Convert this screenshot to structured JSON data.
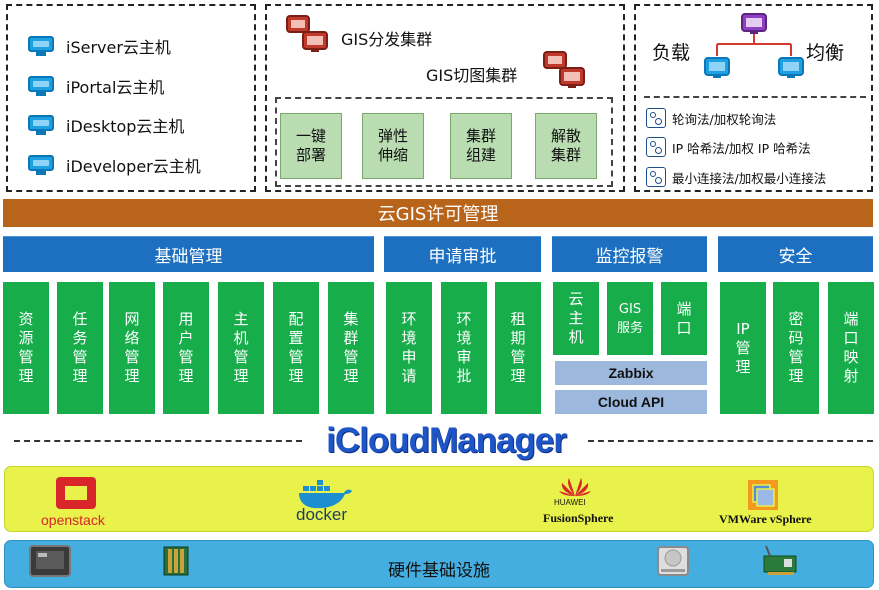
{
  "cloud_hosts": [
    {
      "label": "iServer云主机",
      "icon": "monitor-icon"
    },
    {
      "label": "iPortal云主机",
      "icon": "monitor-icon"
    },
    {
      "label": "iDesktop云主机",
      "icon": "monitor-icon"
    },
    {
      "label": "iDeveloper云主机",
      "icon": "monitor-icon"
    }
  ],
  "cluster": {
    "dist_label": "GIS分发集群",
    "tile_label": "GIS切图集群",
    "actions": [
      "一键\n部署",
      "弹性\n伸缩",
      "集群\n组建",
      "解散\n集群"
    ]
  },
  "load_balance": {
    "left_label": "负载",
    "right_label": "均衡",
    "methods": [
      "轮询法/加权轮询法",
      "IP 哈希法/加权 IP 哈希法",
      "最小连接法/加权最小连接法"
    ]
  },
  "license_bar": "云GIS许可管理",
  "categories": {
    "basic": "基础管理",
    "approval": "申请审批",
    "monitor": "监控报警",
    "security": "安全"
  },
  "basic_items": [
    "资源管理",
    "任务管理",
    "网络管理",
    "用户管理",
    "主机管理",
    "配置管理",
    "集群管理"
  ],
  "approval_items": [
    "环境申请",
    "环境审批",
    "租期管理"
  ],
  "monitor_items": [
    "云主机",
    "GIS服务",
    "端口"
  ],
  "monitor_tools": [
    "Zabbix",
    "Cloud API"
  ],
  "security_items": [
    "IP管理",
    "密码管理",
    "端口映射"
  ],
  "brand": "iCloudManager",
  "platforms": [
    {
      "name": "openstack",
      "icon": "openstack-logo"
    },
    {
      "name": "docker",
      "icon": "docker-logo"
    },
    {
      "vendor": "HUAWEI",
      "name": "FusionSphere",
      "icon": "huawei-logo"
    },
    {
      "name": "VMWare vSphere",
      "icon": "vmware-logo"
    }
  ],
  "hardware_label": "硬件基础设施",
  "colors": {
    "license": "#b8651b",
    "blue_bar": "#1d6fc0",
    "green": "#16ad4a",
    "light_green": "#b9dcb1",
    "platform_bg": "#e8f24a",
    "hardware_bg": "#45aee0",
    "brand": "#1f56c7"
  }
}
